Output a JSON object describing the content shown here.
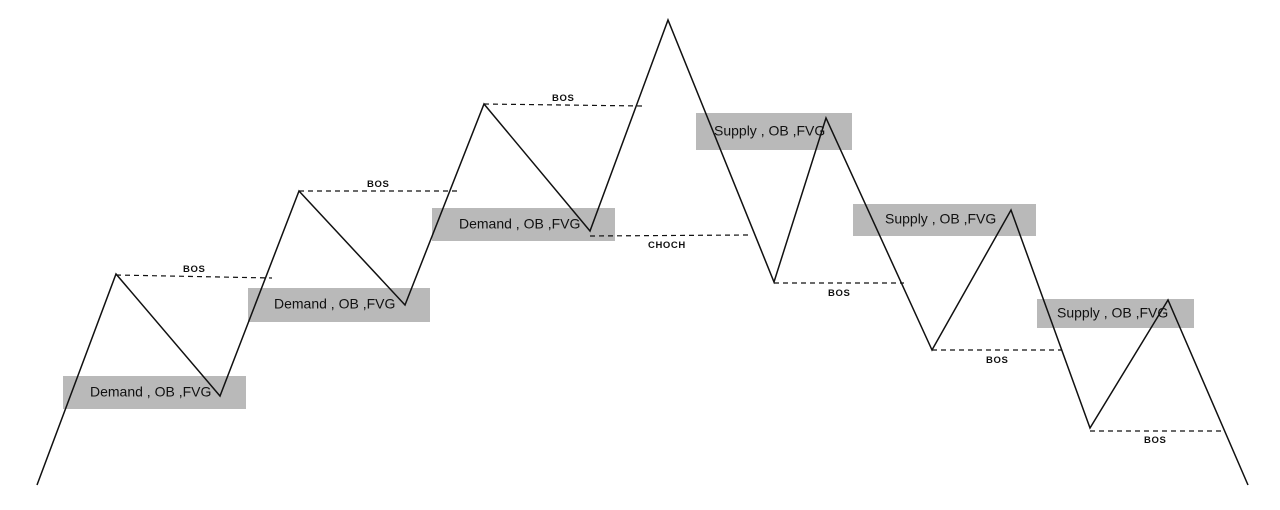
{
  "zones": [
    {
      "kind": "demand",
      "label": "Demand , OB ,FVG"
    },
    {
      "kind": "demand",
      "label": "Demand , OB ,FVG"
    },
    {
      "kind": "demand",
      "label": "Demand , OB ,FVG"
    },
    {
      "kind": "supply",
      "label": "Supply , OB ,FVG"
    },
    {
      "kind": "supply",
      "label": "Supply , OB ,FVG"
    },
    {
      "kind": "supply",
      "label": "Supply , OB ,FVG"
    }
  ],
  "levels": [
    {
      "label": "BOS"
    },
    {
      "label": "BOS"
    },
    {
      "label": "BOS"
    },
    {
      "label": "CHOCH"
    },
    {
      "label": "BOS"
    },
    {
      "label": "BOS"
    },
    {
      "label": "BOS"
    }
  ],
  "colors": {
    "zone_fill": "#b9b9b9",
    "line": "#111111",
    "background": "#ffffff"
  }
}
